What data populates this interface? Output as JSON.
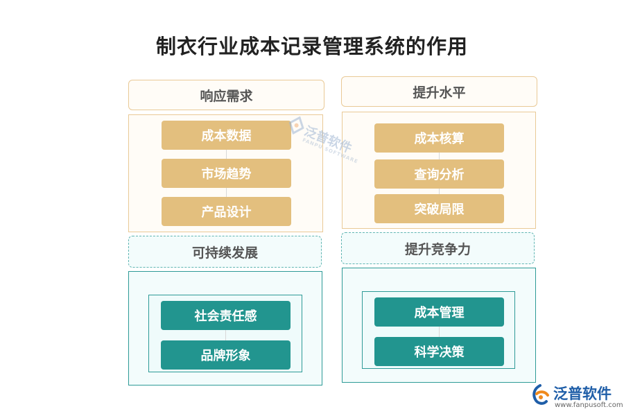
{
  "title": "制衣行业成本记录管理系统的作用",
  "sections": [
    {
      "heading": "响应需求",
      "items": [
        "成本数据",
        "市场趋势",
        "产品设计"
      ]
    },
    {
      "heading": "提升水平",
      "items": [
        "成本核算",
        "查询分析",
        "突破局限"
      ]
    },
    {
      "heading": "可持续发展",
      "items": [
        "社会责任感",
        "品牌形象"
      ]
    },
    {
      "heading": "提升竞争力",
      "items": [
        "成本管理",
        "科学决策"
      ]
    }
  ],
  "watermark": {
    "text": "泛普软件",
    "subtext": "FANPU SOFTWARE"
  },
  "logo": {
    "text": "泛普软件",
    "url": "www.fanpusoft.com"
  },
  "colors": {
    "gold": "#e3bf7e",
    "teal": "#22958f",
    "warm_border": "#e9c996",
    "cool_border": "#2d9a96",
    "logo_blue": "#1f5ea8",
    "logo_orange": "#f08a1c"
  }
}
